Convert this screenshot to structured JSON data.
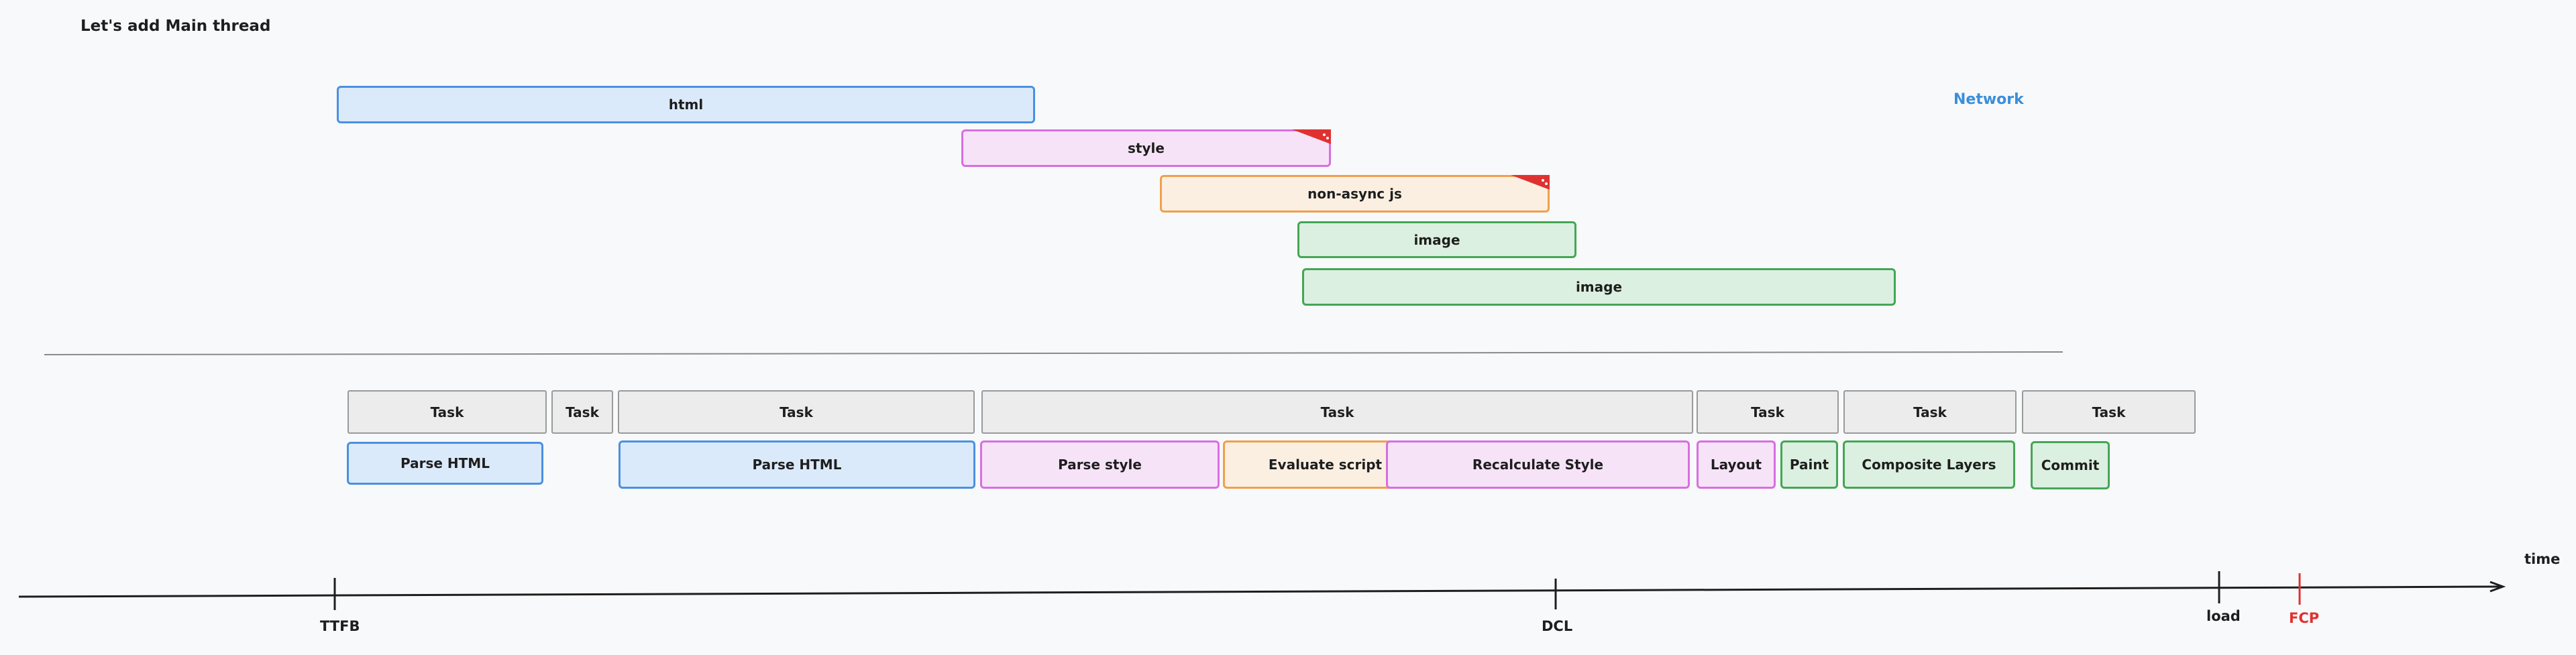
{
  "title": "Let's add Main thread",
  "network": {
    "label": "Network",
    "bars": [
      {
        "label": "html"
      },
      {
        "label": "style"
      },
      {
        "label": "non-async js"
      },
      {
        "label": "image"
      },
      {
        "label": "image"
      }
    ]
  },
  "main_thread": {
    "tasks": [
      {
        "label": "Task"
      },
      {
        "label": "Task"
      },
      {
        "label": "Task"
      },
      {
        "label": "Task"
      },
      {
        "label": "Task"
      },
      {
        "label": "Task"
      },
      {
        "label": "Task"
      }
    ],
    "activities": [
      {
        "label": "Parse HTML"
      },
      {
        "label": "Parse HTML"
      },
      {
        "label": "Parse style"
      },
      {
        "label": "Evaluate script"
      },
      {
        "label": "Recalculate Style"
      },
      {
        "label": "Layout"
      },
      {
        "label": "Paint"
      },
      {
        "label": "Composite Layers"
      },
      {
        "label": "Commit"
      }
    ]
  },
  "timeline": {
    "axis_label": "time",
    "markers": [
      {
        "label": "TTFB"
      },
      {
        "label": "DCL"
      },
      {
        "label": "load"
      },
      {
        "label": "FCP"
      }
    ]
  },
  "colors": {
    "network_label": "#3b8fd9",
    "fcp": "#e03131",
    "render_blocking_corner": "#e03131"
  }
}
